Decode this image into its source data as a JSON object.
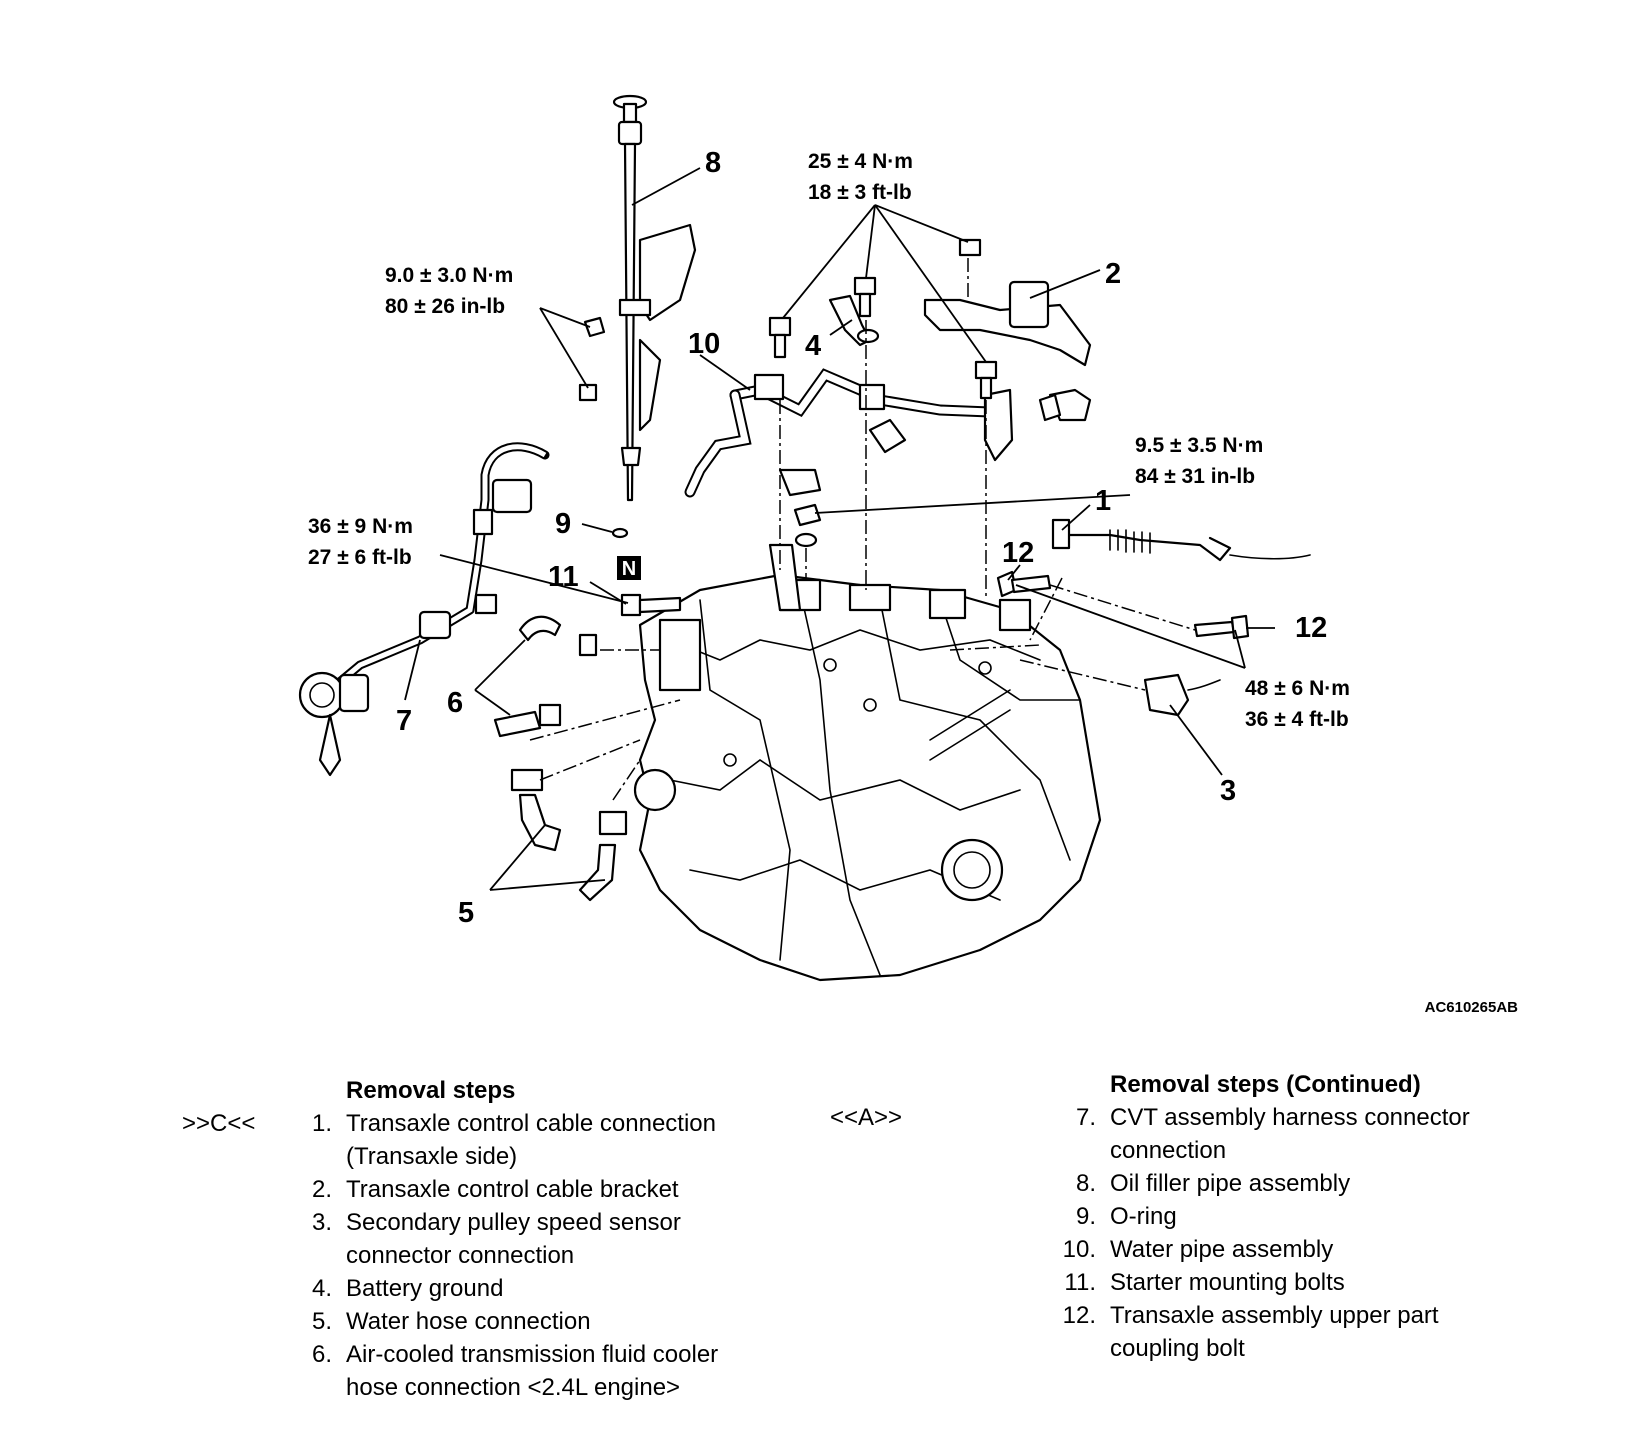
{
  "figure_id": "AC610265AB",
  "callouts": [
    "1",
    "2",
    "3",
    "4",
    "5",
    "6",
    "7",
    "8",
    "9",
    "10",
    "11",
    "12",
    "12"
  ],
  "n_box": "N",
  "torques": [
    {
      "nm": "9.0 ± 3.0 N·m",
      "imp": "80 ± 26 in-lb"
    },
    {
      "nm": "25 ± 4 N·m",
      "imp": "18 ± 3 ft-lb"
    },
    {
      "nm": "9.5 ± 3.5 N·m",
      "imp": "84 ± 31 in-lb"
    },
    {
      "nm": "36 ± 9 N·m",
      "imp": "27 ± 6 ft-lb"
    },
    {
      "nm": "48 ± 6 N·m",
      "imp": "36 ± 4 ft-lb"
    }
  ],
  "left_column": {
    "heading": "Removal steps",
    "marker": ">>C<<",
    "steps": [
      {
        "num": "1.",
        "text": "Transaxle control cable connection",
        "text2": "(Transaxle side)"
      },
      {
        "num": "2.",
        "text": "Transaxle control cable bracket"
      },
      {
        "num": "3.",
        "text": "Secondary pulley speed sensor",
        "text2": "connector connection"
      },
      {
        "num": "4.",
        "text": "Battery ground"
      },
      {
        "num": "5.",
        "text": "Water hose connection"
      },
      {
        "num": "6.",
        "text": "Air-cooled transmission fluid cooler",
        "text2": "hose connection <2.4L engine>"
      }
    ]
  },
  "right_column": {
    "heading": "Removal steps (Continued)",
    "marker": "<<A>>",
    "steps": [
      {
        "num": "7.",
        "text": "CVT assembly harness connector",
        "text2": "connection"
      },
      {
        "num": "8.",
        "text": "Oil filler pipe assembly"
      },
      {
        "num": "9.",
        "text": "O-ring"
      },
      {
        "num": "10.",
        "text": "Water pipe assembly"
      },
      {
        "num": "11.",
        "text": "Starter mounting bolts"
      },
      {
        "num": "12.",
        "text": "Transaxle assembly upper part",
        "text2": "coupling bolt"
      }
    ]
  }
}
